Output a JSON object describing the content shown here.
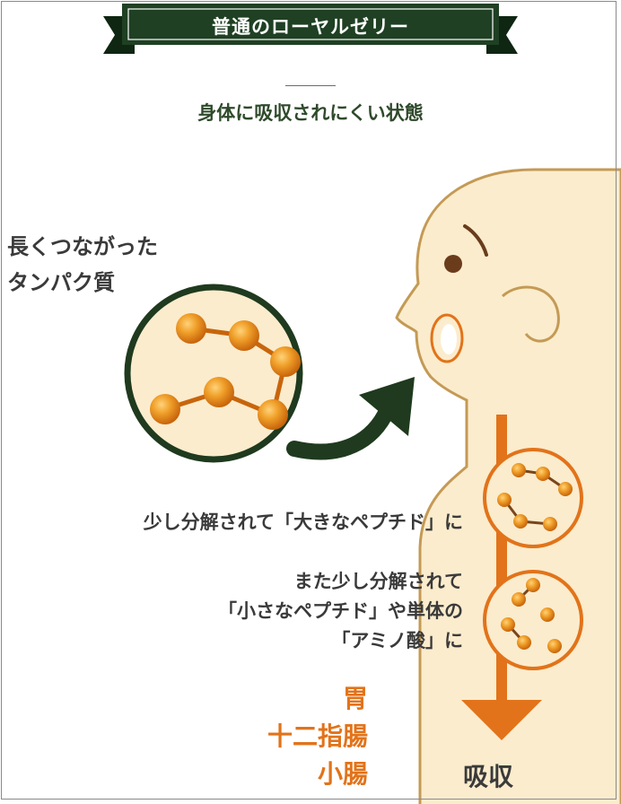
{
  "title": "普通のローヤルゼリー",
  "subtitle": "身体に吸収されにくい状態",
  "protein_label": [
    "長くつながった",
    "タンパク質"
  ],
  "stage1_note": [
    "少し分解されて「大きなペプチド」に"
  ],
  "stage2_note": [
    "また少し分解されて",
    "「小さなペプチド」や単体の",
    "「アミノ酸」に"
  ],
  "organs": [
    "胃",
    "十二指腸",
    "小腸"
  ],
  "absorption_label": "吸収",
  "colors": {
    "banner": "#1f4023",
    "banner_shadow": "#0f2612",
    "skin": "#fbeccd",
    "skin_outline": "#c49a55",
    "orange": "#e2731a",
    "molecule": "#e8901c",
    "dark_green": "#1f3a1e",
    "text": "#3a3a3a"
  }
}
